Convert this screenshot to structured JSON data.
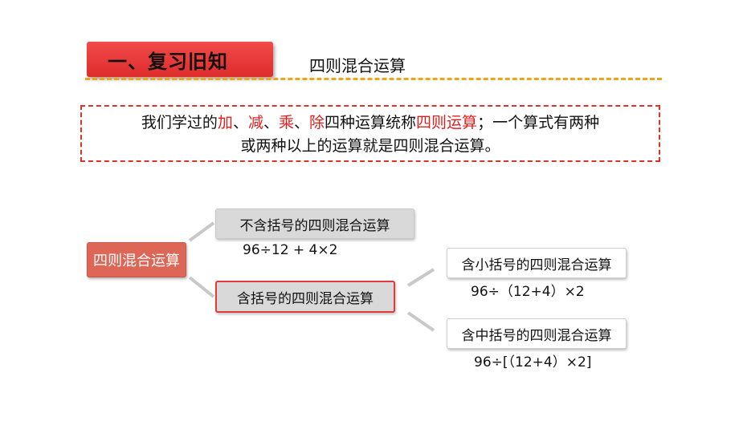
{
  "header": {
    "tag": "一、复习旧知",
    "subtitle": "四则混合运算"
  },
  "definition": {
    "p1": "我们学过的",
    "op1": "加",
    "sep1": "、",
    "op2": "减",
    "sep2": "、",
    "op3": "乘",
    "sep3": "、",
    "op4": "除",
    "p2": "四种运算统称",
    "term": "四则运算",
    "p3": "；一个算式有两种",
    "line2": "或两种以上的运算就是四则混合运算。"
  },
  "diagram": {
    "root": "四则混合运算",
    "no_bracket": {
      "label": "不含括号的四则混合运算",
      "example": "96÷12 + 4×2"
    },
    "with_bracket": {
      "label": "含括号的四则混合运算"
    },
    "small_bracket": {
      "label": "含小括号的四则混合运算",
      "example": "96÷（12+4）×2"
    },
    "mid_bracket": {
      "label": "含中括号的四则混合运算",
      "example": "96÷[（12+4）×2]"
    }
  },
  "colors": {
    "tag_red": "#e83535",
    "accent_red": "#e01e1e",
    "divider_orange": "#f4a21a",
    "root_node": "#dd6656",
    "node_gray": "#d9d9d9",
    "connector_gray": "#c8c8c8"
  }
}
